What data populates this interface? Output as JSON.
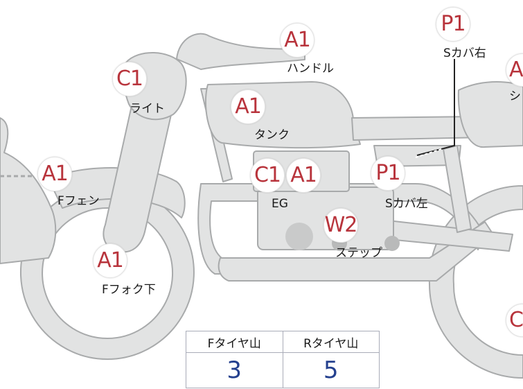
{
  "badges": {
    "handle": "A1",
    "light": "C1",
    "tank": "A1",
    "f_fender": "A1",
    "eg_c": "C1",
    "eg_a": "A1",
    "s_cover_left": "P1",
    "s_cover_right": "P1",
    "step": "W2",
    "f_fork_lower": "A1",
    "seat_edge": "A",
    "rear_edge": "C"
  },
  "labels": {
    "handle": "ハンドル",
    "light": "ライト",
    "tank": "タンク",
    "f_fender": "Fフェン",
    "eg": "EG",
    "s_cover_left": "Sカバ左",
    "s_cover_right": "Sカバ右",
    "step": "ステップ",
    "f_fork_lower": "Fフォク下",
    "seat_edge": "シ"
  },
  "tire_table": {
    "headers": [
      "Fタイヤ山",
      "Rタイヤ山"
    ],
    "values": [
      "3",
      "5"
    ]
  },
  "colors": {
    "badge_text": "#b8343c",
    "table_value": "#24408e",
    "bike_fill": "#e2e3e3",
    "bike_stroke": "#a8aaab"
  }
}
